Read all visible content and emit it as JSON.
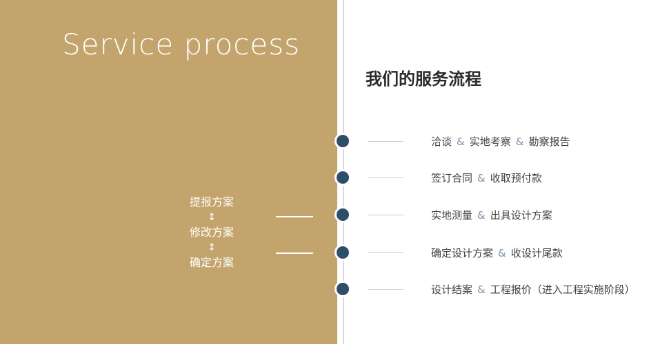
{
  "colors": {
    "panel_gold": "#c3a46c",
    "dot_navy": "#2e4d68",
    "ampersand_blue": "#7e94aa",
    "divider_gray": "#d9d9d9"
  },
  "left_panel": {
    "title": "Service process",
    "plan": {
      "steps": [
        "提报方案",
        "修改方案",
        "确定方案"
      ],
      "arrow": "↕"
    }
  },
  "right_panel": {
    "heading": "我们的服务流程",
    "separator": "&",
    "steps": [
      {
        "parts": [
          "洽谈",
          "实地考察",
          "勘察报告"
        ]
      },
      {
        "parts": [
          "签订合同",
          "收取预付款"
        ]
      },
      {
        "parts": [
          "实地测量",
          "出具设计方案"
        ]
      },
      {
        "parts": [
          "确定设计方案",
          "收设计尾款"
        ]
      },
      {
        "parts": [
          "设计结案",
          "工程报价（进入工程实施阶段）"
        ]
      }
    ]
  }
}
